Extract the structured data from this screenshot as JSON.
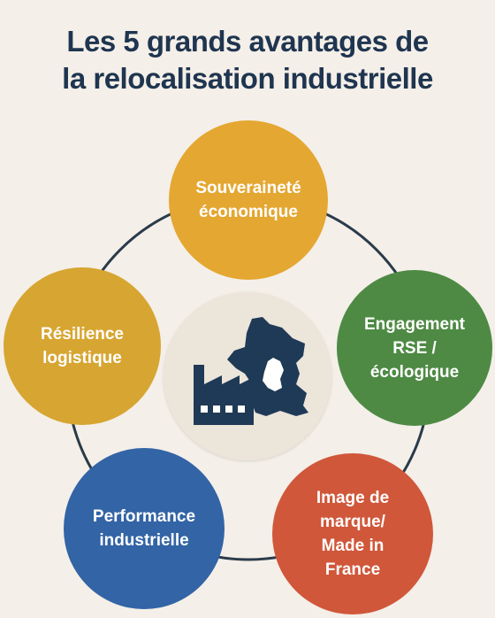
{
  "title": {
    "line1": "Les 5 grands avantages de",
    "line2": "la relocalisation industrielle"
  },
  "colors": {
    "background": "#f4efe8",
    "title": "#1f3550",
    "ring": "#2a3b4a",
    "center_fill": "#ece5da",
    "icon": "#1f3a56"
  },
  "center_icon": "factory-france-map-icon",
  "benefits": [
    {
      "lines": [
        "Souveraineté",
        "économique"
      ],
      "color": "#e4a731"
    },
    {
      "lines": [
        "Engagement",
        "RSE /",
        "écologique"
      ],
      "color": "#4e8a44"
    },
    {
      "lines": [
        "Image de",
        "marque/",
        "Made in",
        "France"
      ],
      "color": "#d0573a"
    },
    {
      "lines": [
        "Performance",
        "industrielle"
      ],
      "color": "#3264a6"
    },
    {
      "lines": [
        "Résilience",
        "logistique"
      ],
      "color": "#d7a531"
    }
  ]
}
